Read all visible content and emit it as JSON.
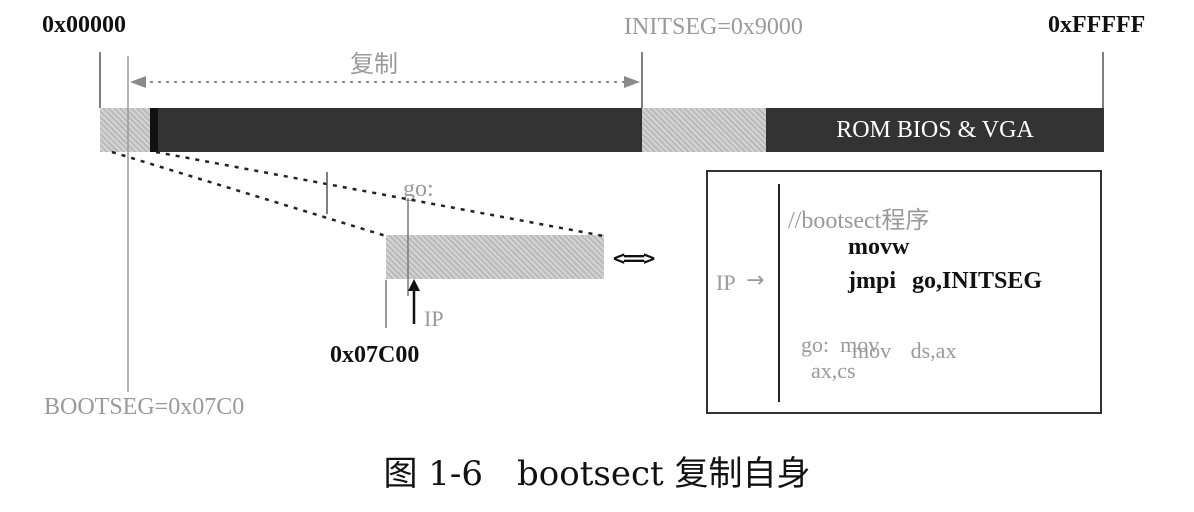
{
  "memory": {
    "start_addr": "0x00000",
    "end_addr": "0xFFFFF",
    "initseg": "INITSEG=0x9000",
    "copy_label": "复制",
    "rom_label": "ROM BIOS & VGA"
  },
  "zoom": {
    "go_label": "go:",
    "ip_label": "IP",
    "addr_07c00": "0x07C00",
    "bootseg": "BOOTSEG=0x07C0",
    "double_arrow": "<==>"
  },
  "code_box": {
    "ip_pointer": "IP",
    "lines": [
      {
        "indent": 0,
        "a": "//bootsect程序",
        "b": "",
        "style": "comment"
      },
      {
        "indent": 1,
        "a": "movw",
        "b": "",
        "style": "bold"
      },
      {
        "indent": 1,
        "a": "jmpi",
        "b": "go,INITSEG",
        "style": "bold"
      },
      {
        "indent": 0,
        "a": "go:  mov",
        "b": "ax,cs",
        "style": "gray"
      },
      {
        "indent": 1,
        "a": "mov",
        "b": "ds,ax",
        "style": "gray"
      }
    ]
  },
  "caption": "图 1-6　bootsect 复制自身",
  "colors": {
    "dark_block": "#333333",
    "light_block": "#cfcfcf",
    "accent_gray": "#9a9a9a"
  }
}
